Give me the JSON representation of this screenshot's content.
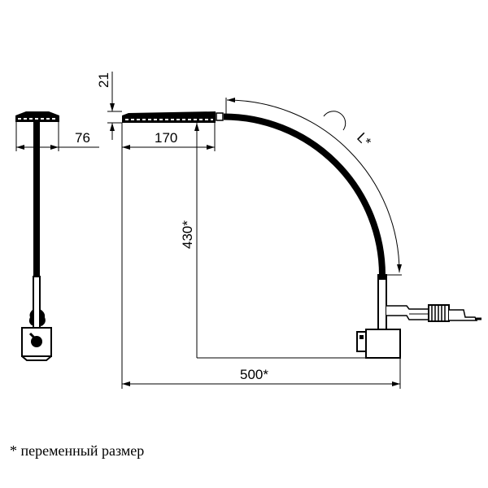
{
  "drawing": {
    "dimensions": {
      "head_depth": "76",
      "head_height": "21",
      "head_length": "170",
      "height": "430*",
      "reach": "500*",
      "flex_length": "L*"
    },
    "line_color": "#000000",
    "background": "#ffffff"
  },
  "footnote": "* переменный размер"
}
